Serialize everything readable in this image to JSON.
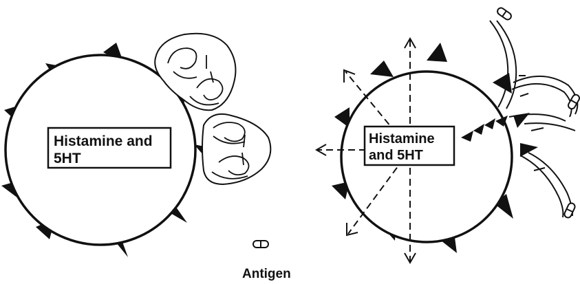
{
  "left_cell": {
    "label_line1": "Histamine and",
    "label_line2": "5HT"
  },
  "right_cell": {
    "label_line1": "Histamine",
    "label_line2": "and 5HT"
  },
  "legend": {
    "label": "Antigen"
  },
  "colors": {
    "ink": "#111111",
    "background": "#ffffff"
  }
}
